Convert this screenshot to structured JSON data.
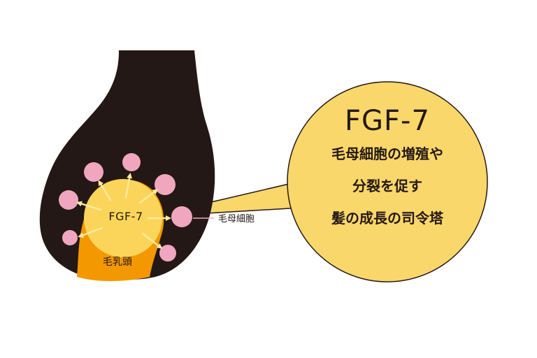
{
  "diagram": {
    "center_label": "FGF-7",
    "papilla_label": "毛乳頭",
    "cell_label": "毛母細胞",
    "callout": {
      "title": "FGF-7",
      "lines": [
        "毛母細胞の増殖や",
        "分裂を促す",
        "髪の成長の司令塔"
      ]
    },
    "colors": {
      "hair_follicle": "#231815",
      "dermal_papilla": "#f39800",
      "fgf7_core": "#fbd55a",
      "hair_matrix_cell": "#f1a6bf",
      "callout_fill": "#fad76a",
      "callout_stroke": "#231815",
      "arrow": "#fde9a0"
    }
  }
}
